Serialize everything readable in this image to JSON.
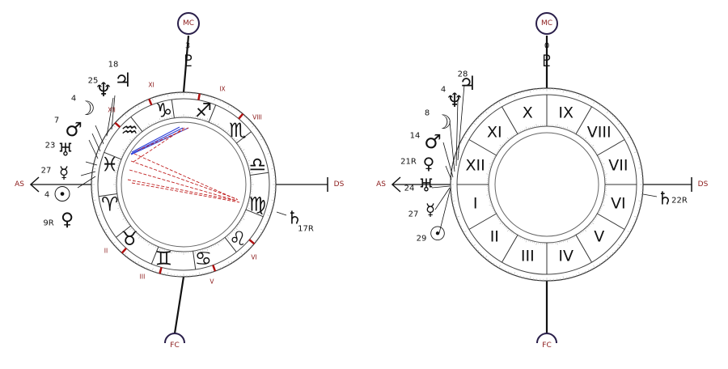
{
  "charts": [
    {
      "id": "natal",
      "angles": {
        "mc_label": "MC",
        "fc_label": "FC",
        "as_label": "AS",
        "ds_label": "DS"
      },
      "signs": [
        {
          "name": "aries-icon",
          "glyph": "♈"
        },
        {
          "name": "taurus-icon",
          "glyph": "♉"
        },
        {
          "name": "gemini-icon",
          "glyph": "♊"
        },
        {
          "name": "cancer-icon",
          "glyph": "♋"
        },
        {
          "name": "leo-icon",
          "glyph": "♌"
        },
        {
          "name": "virgo-icon",
          "glyph": "♍"
        },
        {
          "name": "libra-icon",
          "glyph": "♎"
        },
        {
          "name": "scorpio-icon",
          "glyph": "♏"
        },
        {
          "name": "sagittarius-icon",
          "glyph": "♐"
        },
        {
          "name": "capricorn-icon",
          "glyph": "♑"
        },
        {
          "name": "aquarius-icon",
          "glyph": "♒"
        },
        {
          "name": "pisces-icon",
          "glyph": "♓"
        }
      ],
      "house_labels": [
        "II",
        "III",
        "V",
        "VI",
        "VIII",
        "IX",
        "XI",
        "XII"
      ],
      "planets": [
        {
          "name": "sun-icon",
          "glyph": "☉",
          "degree": "4"
        },
        {
          "name": "mercury-icon",
          "glyph": "☿",
          "degree": "27"
        },
        {
          "name": "uranus-icon",
          "glyph": "♅",
          "degree": "23"
        },
        {
          "name": "mars-icon",
          "glyph": "♂",
          "degree": "7"
        },
        {
          "name": "moon-icon",
          "glyph": "☽",
          "degree": "4"
        },
        {
          "name": "neptune-icon",
          "glyph": "♆",
          "degree": "25"
        },
        {
          "name": "jupiter-icon",
          "glyph": "♃",
          "degree": "18"
        },
        {
          "name": "venus-icon",
          "glyph": "♀",
          "degree": "9R"
        },
        {
          "name": "pluto-icon",
          "glyph": "♇",
          "degree": "3"
        },
        {
          "name": "saturn-icon",
          "glyph": "♄",
          "degree": "17R"
        }
      ]
    },
    {
      "id": "houses",
      "angles": {
        "mc_label": "MC",
        "fc_label": "FC",
        "as_label": "AS",
        "ds_label": "DS"
      },
      "house_labels": [
        "I",
        "II",
        "III",
        "IV",
        "V",
        "VI",
        "VII",
        "VIII",
        "IX",
        "X",
        "XI",
        "XII"
      ],
      "planets": [
        {
          "name": "sun-icon",
          "glyph": "☉",
          "degree": "29"
        },
        {
          "name": "mercury-icon",
          "glyph": "☿",
          "degree": "27"
        },
        {
          "name": "uranus-icon",
          "glyph": "♅",
          "degree": "24"
        },
        {
          "name": "venus-icon",
          "glyph": "♀",
          "degree": "21R"
        },
        {
          "name": "mars-icon",
          "glyph": "♂",
          "degree": "14"
        },
        {
          "name": "moon-icon",
          "glyph": "☽",
          "degree": "8"
        },
        {
          "name": "neptune-icon",
          "glyph": "♆",
          "degree": "4"
        },
        {
          "name": "jupiter-icon",
          "glyph": "♃",
          "degree": "28"
        },
        {
          "name": "pluto-icon",
          "glyph": "♇",
          "degree": "0"
        },
        {
          "name": "saturn-icon",
          "glyph": "♄",
          "degree": "22R"
        }
      ]
    }
  ]
}
